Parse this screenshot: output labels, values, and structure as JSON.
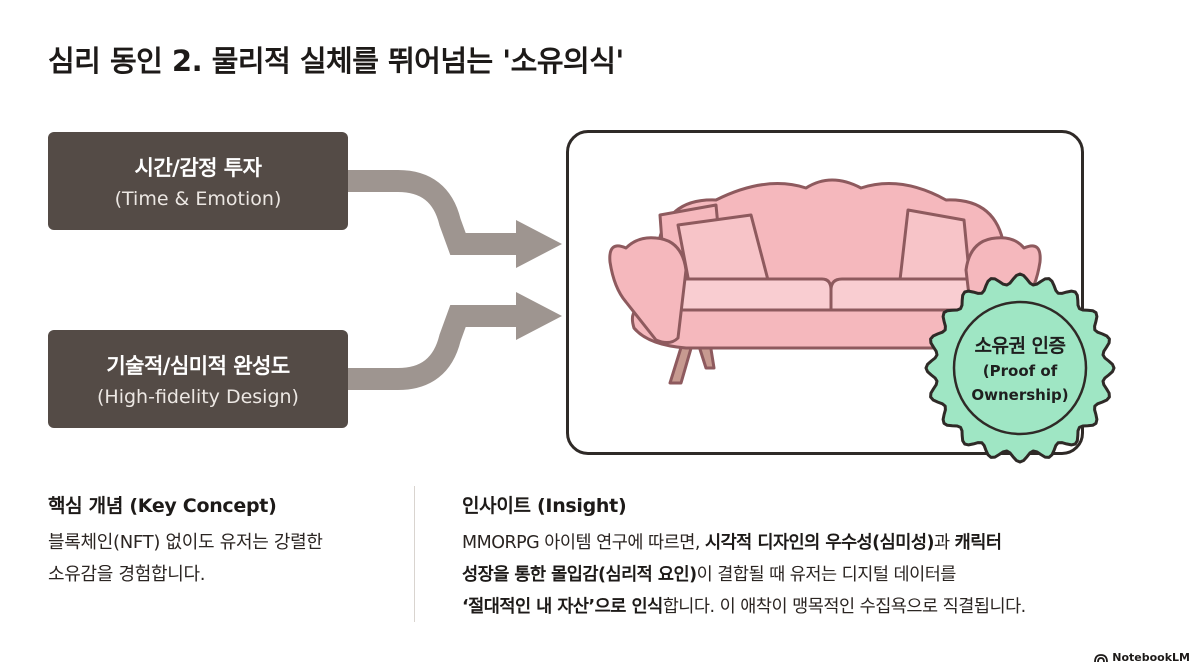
{
  "title": "심리 동인 2. 물리적 실체를 뛰어넘는 '소유의식'",
  "inputs": [
    {
      "label": "시간/감정 투자",
      "sublabel": "(Time & Emotion)"
    },
    {
      "label": "기술적/심미적 완성도",
      "sublabel": "(High-fidelity Design)"
    }
  ],
  "seal": {
    "label": "소유권 인증",
    "sublabel_line1": "(Proof of",
    "sublabel_line2": "Ownership)"
  },
  "concept": {
    "title": "핵심 개념 (Key Concept)",
    "body_line1": "블록체인(NFT) 없이도 유저는 강렬한",
    "body_line2": "소유감을 경험합니다."
  },
  "insight": {
    "title": "인사이트 (Insight)",
    "l1_a": "MMORPG 아이템 연구에 따르면, ",
    "l1_b": "시각적 디자인의 우수성(심미성)",
    "l1_c": "과 ",
    "l1_d": "캐릭터",
    "l2_a": "성장을 통한 몰입감(심리적 요인)",
    "l2_b": "이 결합될 때 유저는 디지털 데이터를",
    "l3_a": "‘절대적인 내 자산’으로 인식",
    "l3_b": "합니다. 이 애착이 맹목적인 수집욕으로 직결됩니다."
  },
  "brand": "NotebookLM",
  "colors": {
    "box": "#544b46",
    "arrow": "#9e9590",
    "sofa": "#f5b8bd",
    "seal": "#9fe6c4"
  },
  "icons": [
    "arrow-icon",
    "sofa-icon",
    "seal-icon",
    "notebooklm-logo-icon"
  ]
}
